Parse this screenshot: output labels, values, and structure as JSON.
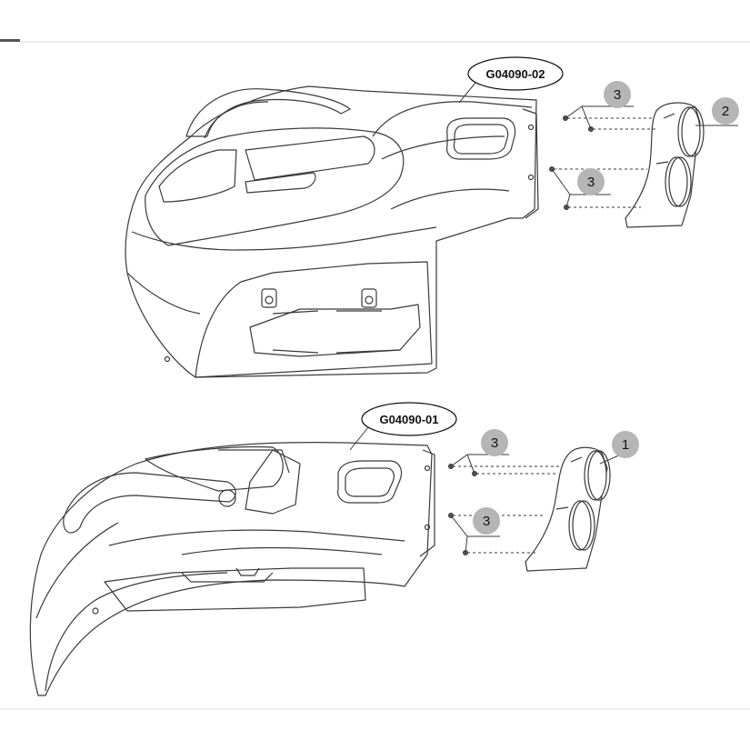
{
  "diagram": {
    "assemblies": [
      {
        "part_number": "G04090-02",
        "callouts": [
          "3",
          "3",
          "2"
        ]
      },
      {
        "part_number": "G04090-01",
        "callouts": [
          "3",
          "3",
          "1"
        ]
      }
    ]
  },
  "colors": {
    "line": "#3a3a3a",
    "callout_fill": "#b5b5b5",
    "frame_line": "#dddddd",
    "top_bar": "#555555"
  }
}
